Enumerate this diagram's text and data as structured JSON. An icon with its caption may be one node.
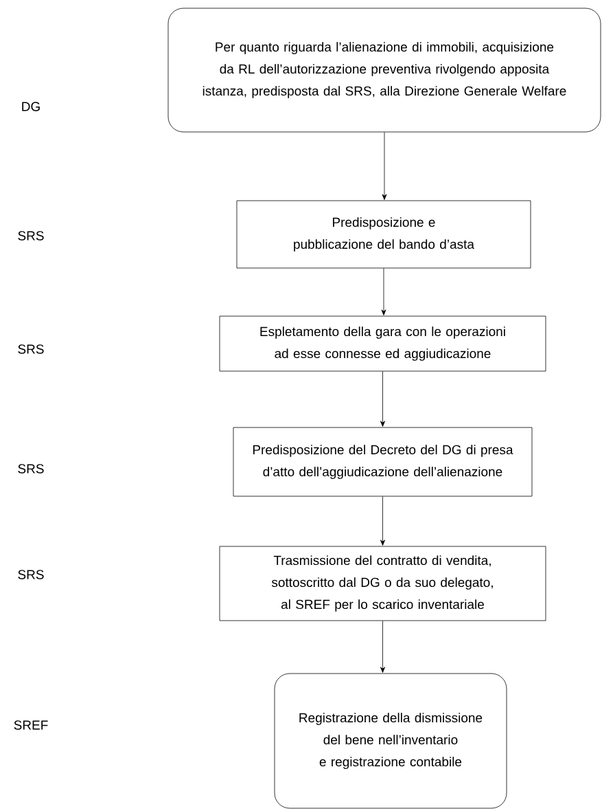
{
  "diagram": {
    "nodes": [
      {
        "text": [
          "Per quanto riguarda l’alienazione di immobili, acquisizione da RL dell’autorizzazione preventiva rivolgendo apposita istanza, predisposta dal SRS, alla Direzione Generale Welfare"
        ]
      },
      {
        "text": [
          "Predisposizione e pubblicazione del bando d’asta"
        ]
      },
      {
        "text": [
          "Espletamento della gara con le operazioni ad esse connesse ed aggiudicazione"
        ]
      },
      {
        "text": [
          "Predisposizione del Decreto del DG di presa d’atto dell’aggiudicazione dell’alienazione"
        ]
      },
      {
        "text": [
          "Trasmissione del contratto di vendita, sottoscritto dal DG o da suo delegato, al SREF per lo scarico inventariale"
        ]
      },
      {
        "text": [
          "Registrazione della dismissione del bene nell’inventario e registrazione contabile"
        ]
      }
    ],
    "edges": [
      {
        "from": 0,
        "to": 1,
        "arrow": "to"
      },
      {
        "from": 1,
        "to": 2,
        "arrow": "to"
      },
      {
        "from": 2,
        "to": 3,
        "arrow": "to"
      },
      {
        "from": 3,
        "to": 4,
        "arrow": "to"
      },
      {
        "from": 4,
        "to": 5,
        "arrow": "to"
      }
    ],
    "labels": [
      "DG",
      "SRS",
      "SRS",
      "SRS",
      "SRS",
      "SREF"
    ]
  }
}
